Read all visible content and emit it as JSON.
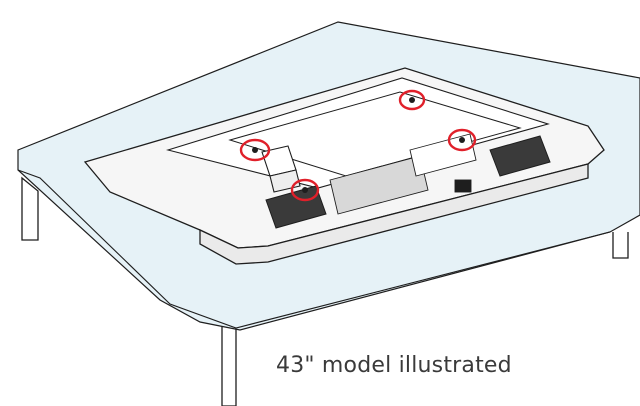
{
  "caption": "43\" model illustrated",
  "colors": {
    "line": "#1e1e1e",
    "tablecloth": "#e6f2f7",
    "tv_back": "#f6f6f6",
    "highlight_circle": "#e0202a",
    "caption_text": "#3a3a3a"
  },
  "highlighted_points": [
    {
      "id": "screw-hole-top-right"
    },
    {
      "id": "screw-hole-right"
    },
    {
      "id": "screw-hole-left"
    },
    {
      "id": "screw-hole-bottom-left"
    }
  ]
}
